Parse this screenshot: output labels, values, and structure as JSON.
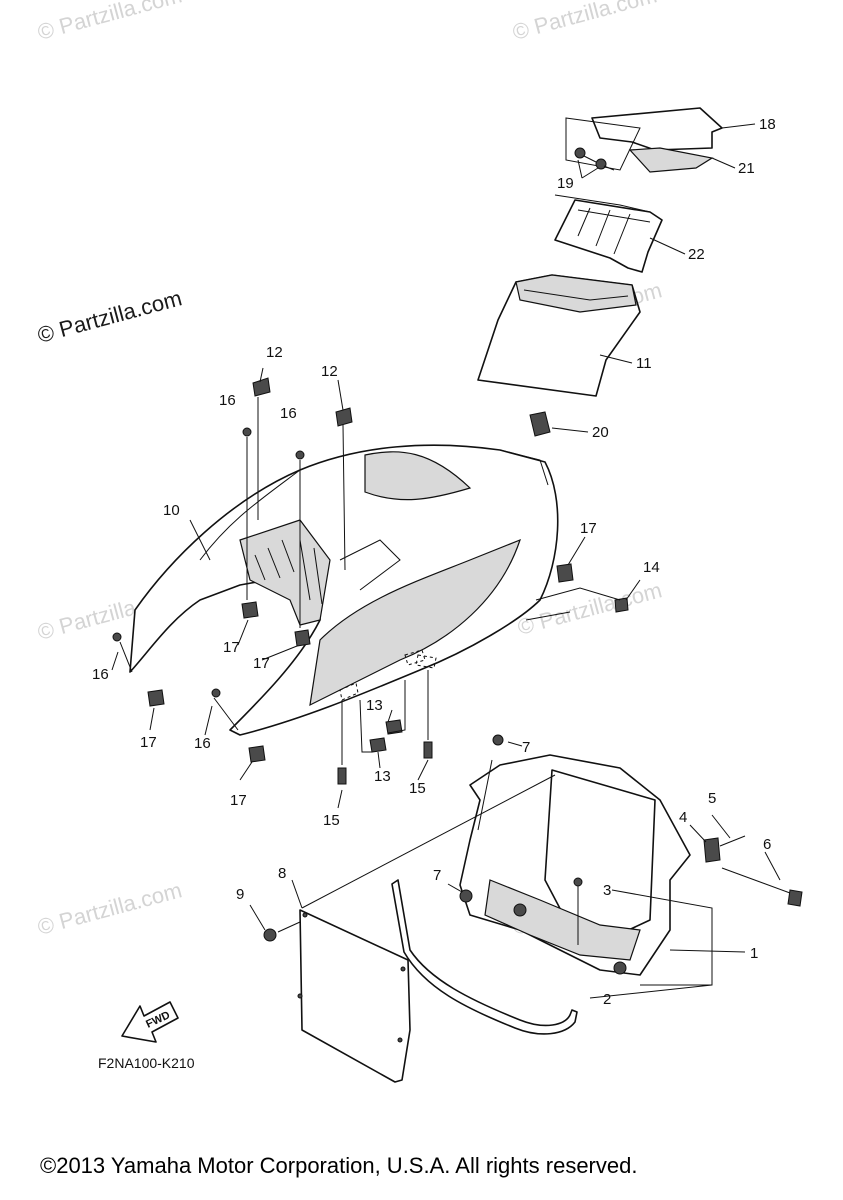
{
  "watermarks": {
    "main": "© Partzilla.com",
    "faint": "© Partzilla.com"
  },
  "callouts": {
    "c1": "1",
    "c2": "2",
    "c3": "3",
    "c4": "4",
    "c5": "5",
    "c6": "6",
    "c7a": "7",
    "c7b": "7",
    "c8": "8",
    "c9": "9",
    "c10": "10",
    "c11": "11",
    "c12a": "12",
    "c12b": "12",
    "c13a": "13",
    "c13b": "13",
    "c14": "14",
    "c15a": "15",
    "c15b": "15",
    "c16a": "16",
    "c16b": "16",
    "c16c": "16",
    "c16d": "16",
    "c17a": "17",
    "c17b": "17",
    "c17c": "17",
    "c17d": "17",
    "c17e": "17",
    "c18": "18",
    "c19": "19",
    "c20": "20",
    "c21": "21",
    "c22": "22"
  },
  "fwd_label": "FWD",
  "diagram_code": "F2NA100-K210",
  "copyright": "©2013 Yamaha Motor Corporation, U.S.A. All rights reserved."
}
